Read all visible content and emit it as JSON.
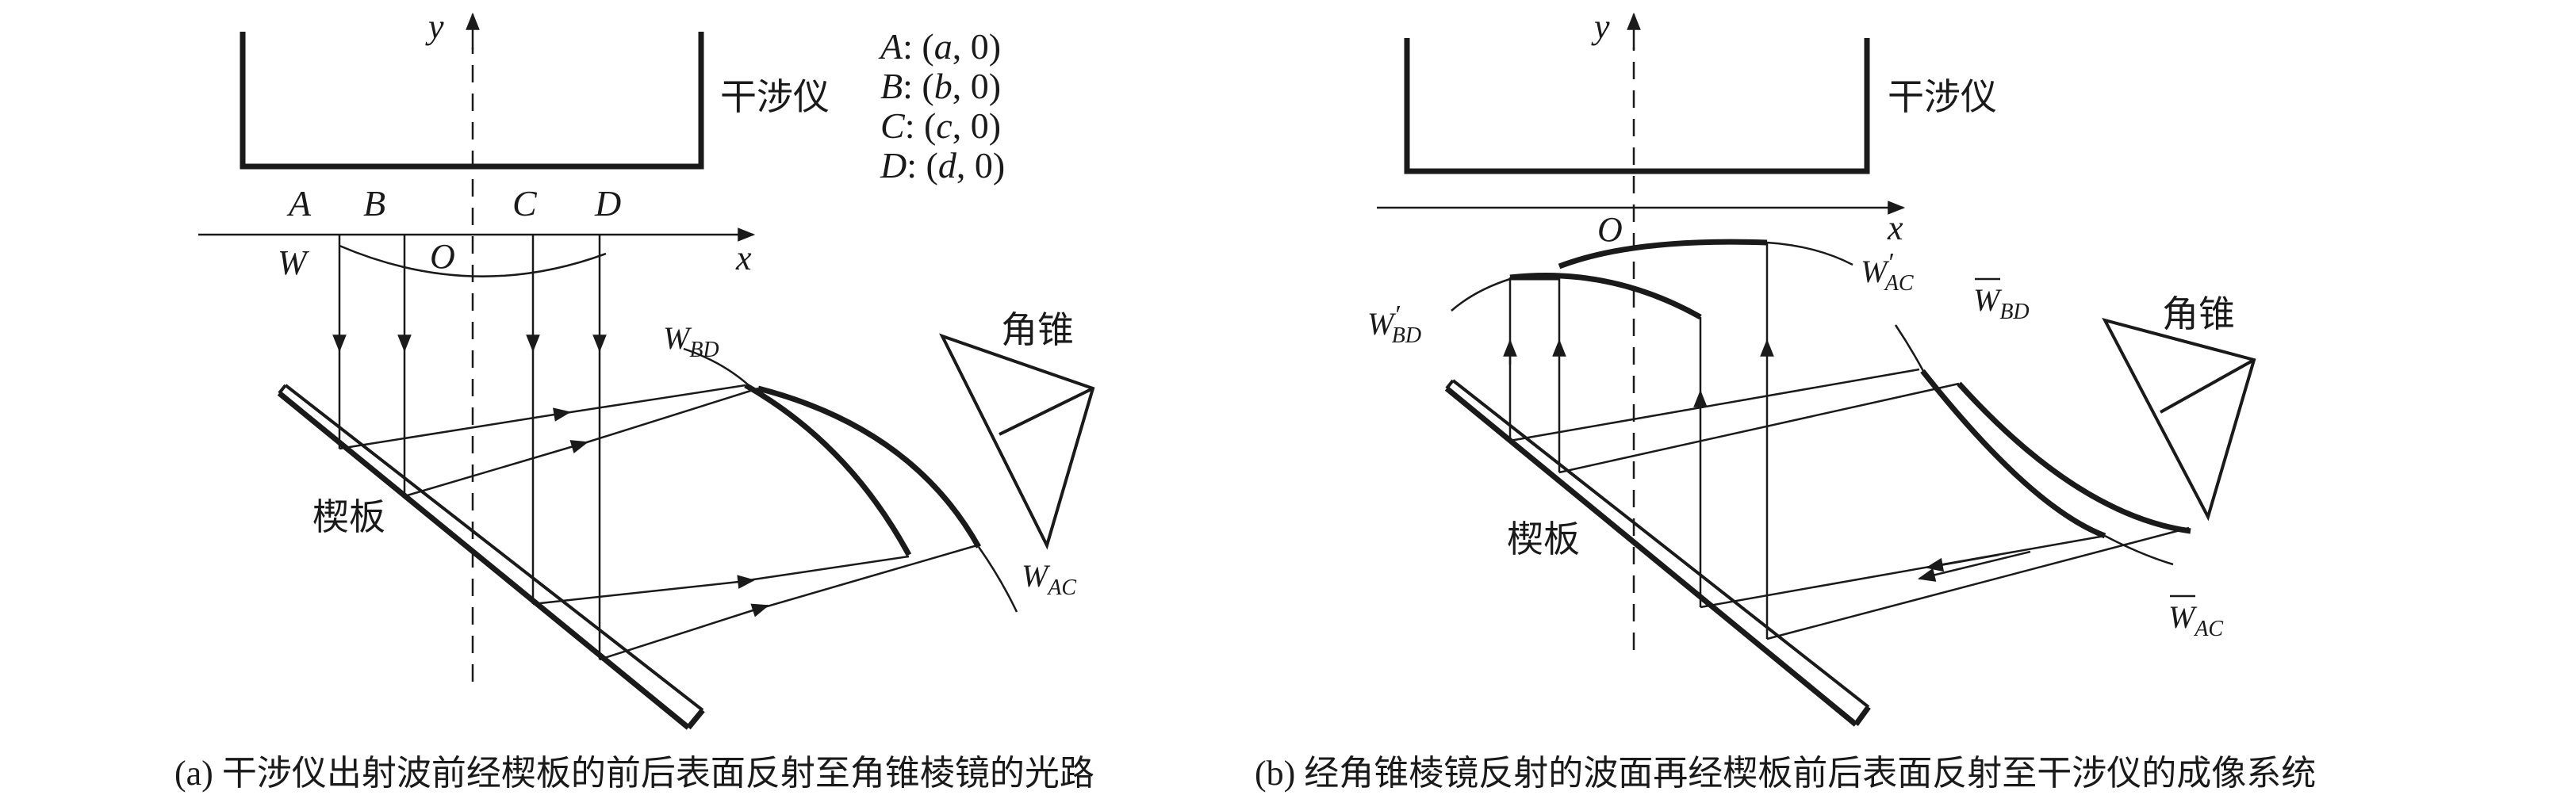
{
  "panel_a": {
    "axis_y": "y",
    "axis_x": "x",
    "origin": "O",
    "interferometer": "干涉仪",
    "points": [
      "A",
      "B",
      "C",
      "D"
    ],
    "wavefront_w": "W",
    "legend": [
      {
        "name": "A",
        "coord": "a"
      },
      {
        "name": "B",
        "coord": "b"
      },
      {
        "name": "C",
        "coord": "c"
      },
      {
        "name": "D",
        "coord": "d"
      }
    ],
    "legend_zero": "0",
    "wedge": "楔板",
    "cone": "角锥",
    "label_wbd_main": "W",
    "label_wbd_sub": "BD",
    "label_wac_main": "W",
    "label_wac_sub": "AC",
    "caption": "(a) 干涉仪出射波前经楔板的前后表面反射至角锥棱镜的光路"
  },
  "panel_b": {
    "axis_y": "y",
    "axis_x": "x",
    "origin": "O",
    "interferometer": "干涉仪",
    "wedge": "楔板",
    "cone": "角锥",
    "label_wbd_prime_main": "W",
    "label_wbd_prime_mark": "′",
    "label_wbd_prime_sub": "BD",
    "label_wac_prime_main": "W",
    "label_wac_prime_mark": "′",
    "label_wac_prime_sub": "AC",
    "label_wbd_bar_main": "W",
    "label_wbd_bar_sub": "BD",
    "label_wac_bar_main": "W",
    "label_wac_bar_sub": "AC",
    "caption": "(b) 经角锥棱镜反射的波面再经楔板前后表面反射至干涉仪的成像系统"
  }
}
